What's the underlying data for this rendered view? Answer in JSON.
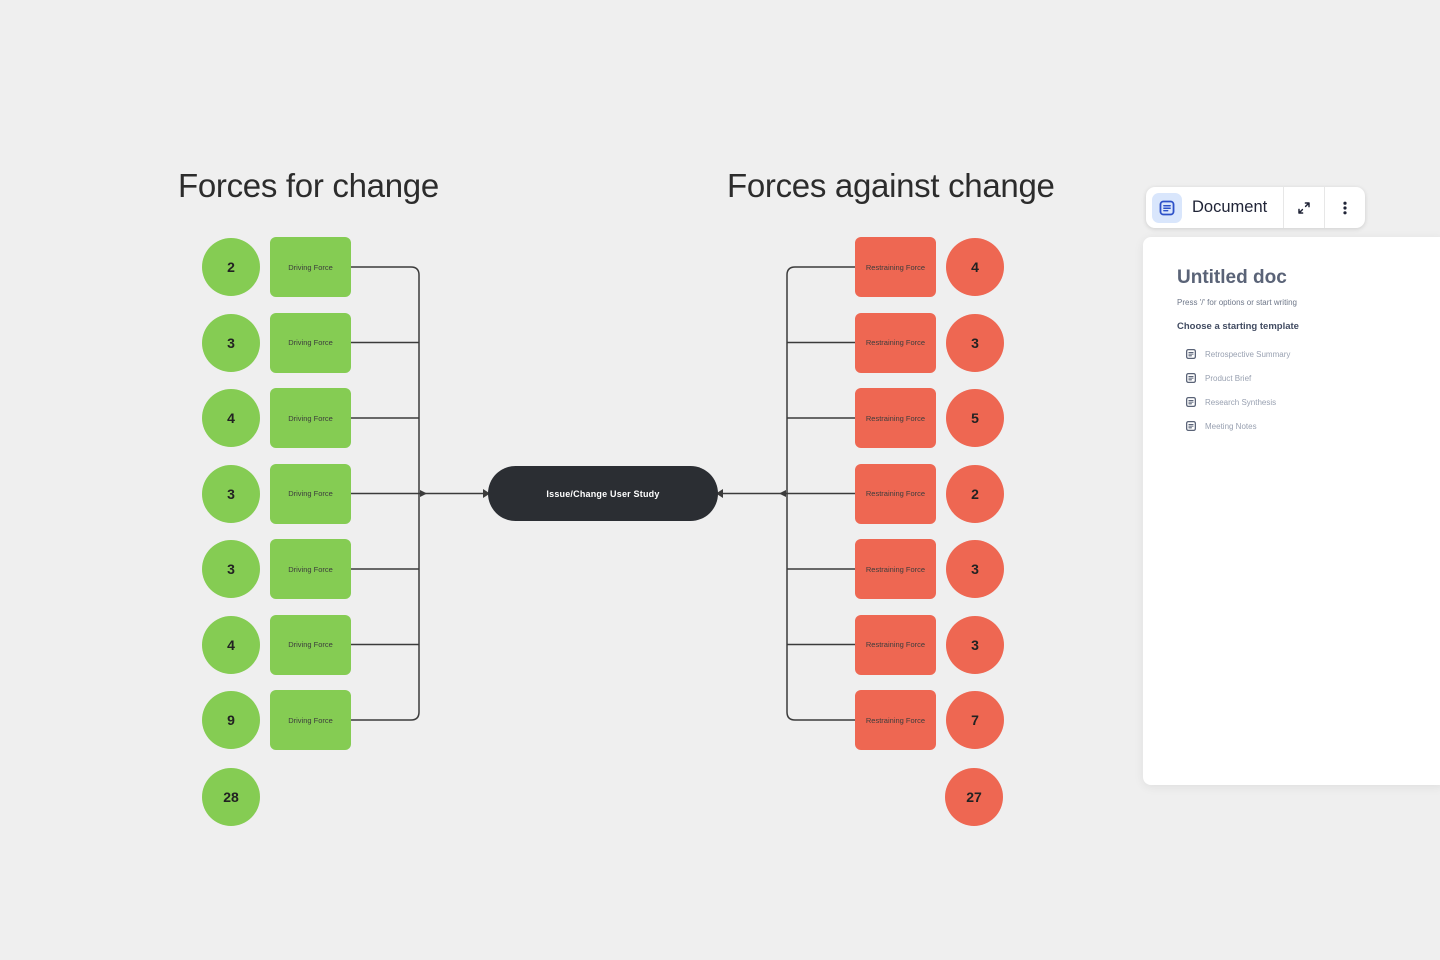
{
  "board": {
    "left_title": "Forces for change",
    "right_title": "Forces against change",
    "center_label": "Issue/Change User Study"
  },
  "left": {
    "rows": [
      {
        "value": "2",
        "label": "Driving Force"
      },
      {
        "value": "3",
        "label": "Driving Force"
      },
      {
        "value": "4",
        "label": "Driving Force"
      },
      {
        "value": "3",
        "label": "Driving Force"
      },
      {
        "value": "3",
        "label": "Driving Force"
      },
      {
        "value": "4",
        "label": "Driving Force"
      },
      {
        "value": "9",
        "label": "Driving Force"
      }
    ],
    "total": "28"
  },
  "right": {
    "rows": [
      {
        "value": "4",
        "label": "Restraining Force"
      },
      {
        "value": "3",
        "label": "Restraining Force"
      },
      {
        "value": "5",
        "label": "Restraining Force"
      },
      {
        "value": "2",
        "label": "Restraining Force"
      },
      {
        "value": "3",
        "label": "Restraining Force"
      },
      {
        "value": "3",
        "label": "Restraining Force"
      },
      {
        "value": "7",
        "label": "Restraining Force"
      }
    ],
    "total": "27"
  },
  "doc_panel": {
    "toolbar_label": "Document",
    "doc_title": "Untitled doc",
    "hint": "Press '/' for options or start writing",
    "templates_heading": "Choose a starting template",
    "templates": [
      {
        "label": "Retrospective Summary"
      },
      {
        "label": "Product Brief"
      },
      {
        "label": "Research Synthesis"
      },
      {
        "label": "Meeting Notes"
      }
    ]
  },
  "icons": {
    "toolbar_document_icon": "document-outline",
    "expand_icon": "diagonal-expand-arrows",
    "more_options_icon": "vertical-kebab-dots",
    "template_item_icon": "document-outline"
  },
  "colors": {
    "driving_green": "#85cc53",
    "restraining_red": "#ee6752",
    "pill_dark": "#2b2e33",
    "canvas_bg": "#efefef",
    "accent_blue": "#2c50c8",
    "chip_blue_bg": "#d9e6fc",
    "panel_title": "#5a6377",
    "connector": "#3b3b3b"
  }
}
